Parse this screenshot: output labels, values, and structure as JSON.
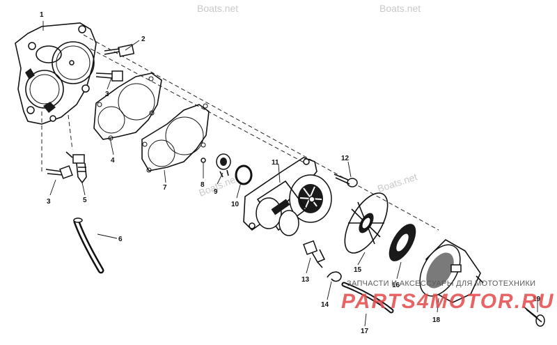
{
  "watermarks": {
    "top_left": "Boats.net",
    "top_right": "Boats.net",
    "middle": "Boats.net",
    "right": "Boats.net",
    "caption_ru": "ЗАПЧАСТИ И АКСЕССУАРЫ ДЛЯ МОТОТЕХНИКИ",
    "brand": "PARTS4MOTOR.RU"
  },
  "callouts": [
    {
      "id": "c1",
      "label": "1"
    },
    {
      "id": "c2",
      "label": "2"
    },
    {
      "id": "c3a",
      "label": "3"
    },
    {
      "id": "c3b",
      "label": "3"
    },
    {
      "id": "c4",
      "label": "4"
    },
    {
      "id": "c5",
      "label": "5"
    },
    {
      "id": "c6",
      "label": "6"
    },
    {
      "id": "c7",
      "label": "7"
    },
    {
      "id": "c8",
      "label": "8"
    },
    {
      "id": "c9",
      "label": "9"
    },
    {
      "id": "c10",
      "label": "10"
    },
    {
      "id": "c11",
      "label": "11"
    },
    {
      "id": "c12",
      "label": "12"
    },
    {
      "id": "c13",
      "label": "13"
    },
    {
      "id": "c14",
      "label": "14"
    },
    {
      "id": "c15",
      "label": "15"
    },
    {
      "id": "c16",
      "label": "16"
    },
    {
      "id": "c17",
      "label": "17"
    },
    {
      "id": "c18",
      "label": "18"
    },
    {
      "id": "c19",
      "label": "19"
    }
  ]
}
